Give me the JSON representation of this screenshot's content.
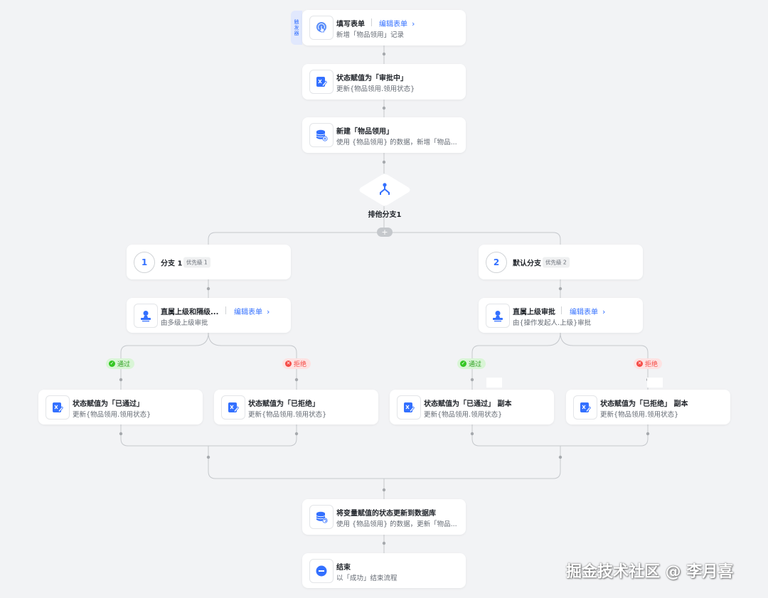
{
  "colors": {
    "accent": "#3370ff",
    "connector": "#c5c8cc",
    "pass": "#34c724",
    "reject": "#f54a45",
    "background": "#f2f3f5"
  },
  "trigger": {
    "tab_label_chars": [
      "触",
      "发",
      "器"
    ],
    "title": "填写表单",
    "edit_link": "编辑表单",
    "subtitle": "新增「物品领用」记录",
    "icon": "hand-pointer-icon"
  },
  "nodes": {
    "set_pending": {
      "title": "状态赋值为「审批中」",
      "subtitle": "更新{物品领用.领用状态}",
      "icon": "edit-variable-icon"
    },
    "create_record": {
      "title": "新建「物品领用」",
      "subtitle": "使用 {物品领用} 的数据，新增「物品...",
      "icon": "database-add-icon"
    },
    "gateway": {
      "label": "排他分支1",
      "icon": "branch-icon"
    },
    "add_branch": {
      "label": "+"
    },
    "branch1": {
      "number": "1",
      "title": "分支 1",
      "priority": "优先级 1"
    },
    "branch2": {
      "number": "2",
      "title": "默认分支",
      "priority": "优先级 2"
    },
    "approval1": {
      "title": "直属上级和隔级...",
      "edit_link": "编辑表单",
      "subtitle": "由多级上级审批",
      "icon": "approver-icon"
    },
    "approval2": {
      "title": "直属上级审批",
      "edit_link": "编辑表单",
      "subtitle": "由{操作发起人.上级}审批",
      "icon": "approver-icon"
    },
    "pass1_pill": {
      "label": "通过"
    },
    "reject1_pill": {
      "label": "拒绝"
    },
    "pass2_pill": {
      "label": "通过"
    },
    "reject2_pill": {
      "label": "拒绝"
    },
    "set_approved_1": {
      "title": "状态赋值为「已通过」",
      "subtitle": "更新{物品领用.领用状态}",
      "icon": "edit-variable-icon"
    },
    "set_rejected_1": {
      "title": "状态赋值为「已拒绝」",
      "subtitle": "更新{物品领用.领用状态}",
      "icon": "edit-variable-icon"
    },
    "set_approved_2": {
      "title": "状态赋值为「已通过」 副本",
      "subtitle": "更新{物品领用.领用状态}",
      "icon": "edit-variable-icon"
    },
    "set_rejected_2": {
      "title": "状态赋值为「已拒绝」 副本",
      "subtitle": "更新{物品领用.领用状态}",
      "icon": "edit-variable-icon"
    },
    "update_db": {
      "title": "将变量赋值的状态更新到数据库",
      "subtitle": "使用 {物品领用} 的数据，更新「物品...",
      "icon": "database-update-icon"
    },
    "end": {
      "title": "结束",
      "subtitle": "以「成功」结束流程",
      "icon": "end-icon"
    }
  },
  "watermark": "掘金技术社区 @ 李月喜"
}
